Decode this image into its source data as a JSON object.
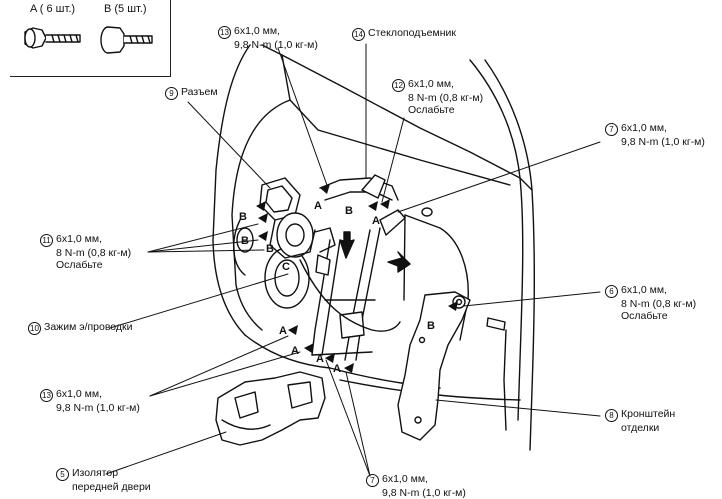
{
  "legend": {
    "bolt_a": "A ( 6 шт.)",
    "bolt_b": "B (5 шт.)"
  },
  "callouts": {
    "c13_top": {
      "num": "13",
      "line1": "6x1,0 мм,",
      "line2": "9,8 N-m (1,0 кг-м)"
    },
    "c14": {
      "num": "14",
      "line1": "Стеклоподъемник"
    },
    "c12": {
      "num": "12",
      "line1": "6x1,0 мм,",
      "line2": "8 N-m (0,8 кг-м)",
      "line3": "Ослабьте"
    },
    "c9": {
      "num": "9",
      "line1": "Разъем"
    },
    "c7_right": {
      "num": "7",
      "line1": "6x1,0 мм,",
      "line2": "9,8 N-m (1,0 кг-м)"
    },
    "c11": {
      "num": "11",
      "line1": "6x1,0 мм,",
      "line2": "8 N-m (0,8 кг-м)",
      "line3": "Ослабьте"
    },
    "c6": {
      "num": "6",
      "line1": "6x1,0 мм,",
      "line2": "8 N-m (0,8 кг-м)",
      "line3": "Ослабьте"
    },
    "c10": {
      "num": "10",
      "line1": "Зажим э/проводки"
    },
    "c13_bottom": {
      "num": "13",
      "line1": "6x1,0 мм,",
      "line2": "9,8 N-m (1,0 кг-м)"
    },
    "c8": {
      "num": "8",
      "line1": "Кронштейн",
      "line2": "отделки"
    },
    "c5": {
      "num": "5",
      "line1": "Изолятор",
      "line2": "передней двери"
    },
    "c7_bottom": {
      "num": "7",
      "line1": "6x1,0 мм,",
      "line2": "9,8 N-m (1,0 кг-м)"
    }
  },
  "markers": {
    "a": "A",
    "b": "B",
    "c": "C"
  }
}
